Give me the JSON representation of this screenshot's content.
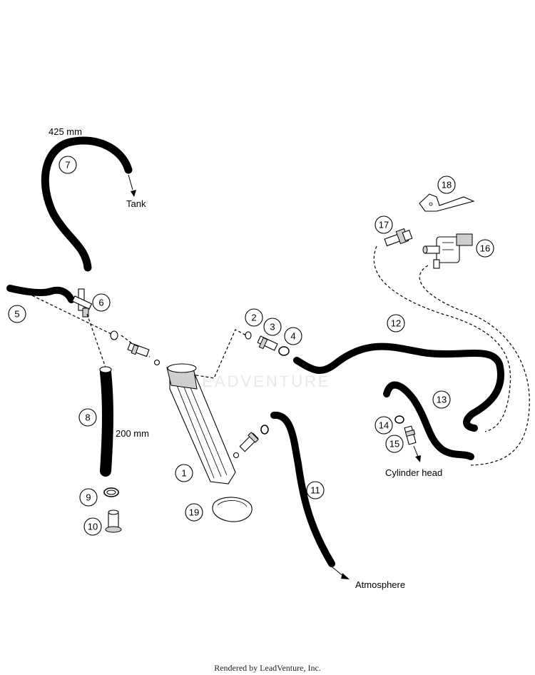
{
  "watermark": "LEADVENTURE",
  "footer": "Rendered by LeadVenture, Inc.",
  "callouts": [
    "1",
    "2",
    "3",
    "4",
    "5",
    "6",
    "7",
    "8",
    "9",
    "10",
    "11",
    "12",
    "13",
    "14",
    "15",
    "16",
    "17",
    "18",
    "19"
  ],
  "annotations": {
    "len_425": "425 mm",
    "tank": "Tank",
    "len_200": "200 mm",
    "atmosphere": "Atmosphere",
    "cylinder_head": "Cylinder head"
  }
}
